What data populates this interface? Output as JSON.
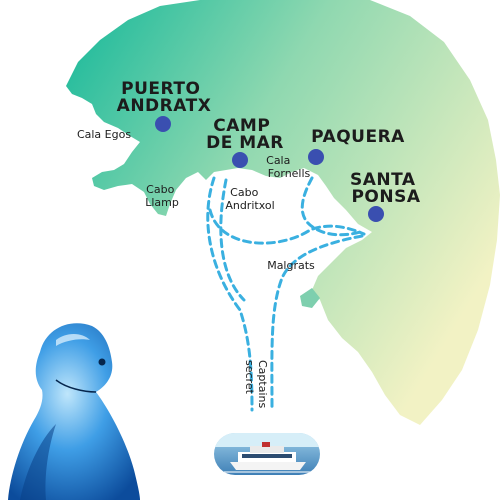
{
  "map": {
    "towns": [
      {
        "id": "puerto-andratx",
        "lines": [
          "PUERTO",
          "ANDRATX"
        ]
      },
      {
        "id": "camp-de-mar",
        "lines": [
          "CAMP",
          "DE MAR"
        ]
      },
      {
        "id": "paquera",
        "lines": [
          "PAQUERA"
        ]
      },
      {
        "id": "santa-ponsa",
        "lines": [
          "SANTA",
          "PONSA"
        ]
      }
    ],
    "places": [
      {
        "id": "cala-egos",
        "lines": [
          "Cala Egos"
        ]
      },
      {
        "id": "cabo-llamp",
        "lines": [
          "Cabo",
          "Llamp"
        ]
      },
      {
        "id": "cabo-andritxol",
        "lines": [
          "Cabo",
          "Andritxol"
        ]
      },
      {
        "id": "cala-fornells",
        "lines": [
          "Cala",
          "Fornells"
        ]
      },
      {
        "id": "malgrats",
        "lines": [
          "Malgrats"
        ]
      }
    ],
    "route_label": [
      "Captains",
      "secret"
    ],
    "colors": {
      "land_teal": "#1fbf9f",
      "land_cream": "#f0f0c0",
      "route": "#3ab0e0",
      "marker": "#3a4fb0"
    },
    "icons": [
      "dolphin-icon",
      "boat-icon"
    ]
  }
}
